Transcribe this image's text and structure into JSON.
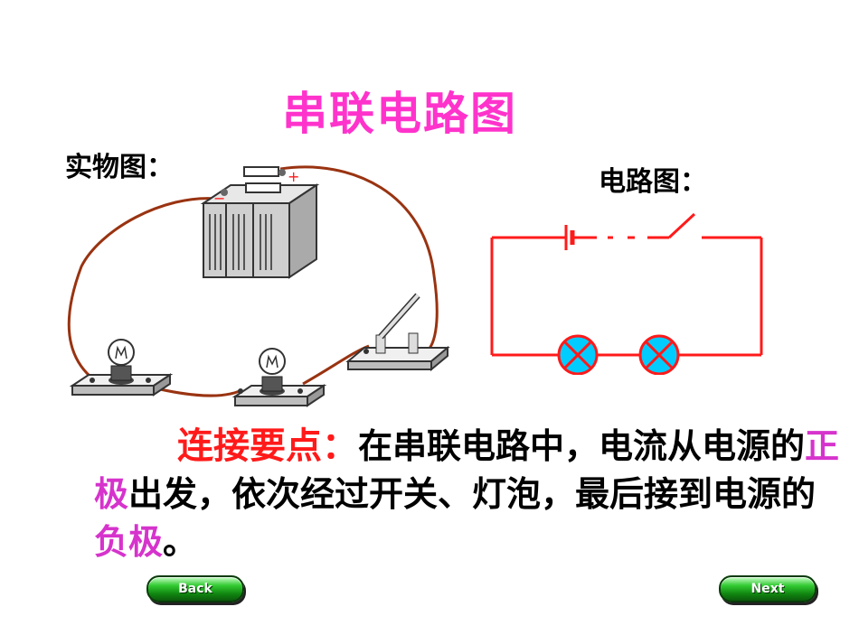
{
  "title": "串联电路图",
  "physical_label": "实物图：",
  "circuit_label": "电路图：",
  "battery_plus": "+",
  "battery_minus": "−",
  "description": {
    "keyword": "连接要点：",
    "part1": "在串联电路中，电流从电源的",
    "hl1": "正极",
    "part2": "出发，依次经过开关、灯泡，最后接到电源的",
    "hl2": "负极",
    "part3": "。"
  },
  "nav": {
    "back_label": "Back",
    "next_label": "Next"
  },
  "colors": {
    "title": "#ff33cc",
    "keyword": "#ff1a1a",
    "highlight": "#d633cc",
    "circuit_line": "#ff1a1a",
    "wire": "#993311",
    "lamp_fill": "#00ccff",
    "button": "#33cc33"
  }
}
